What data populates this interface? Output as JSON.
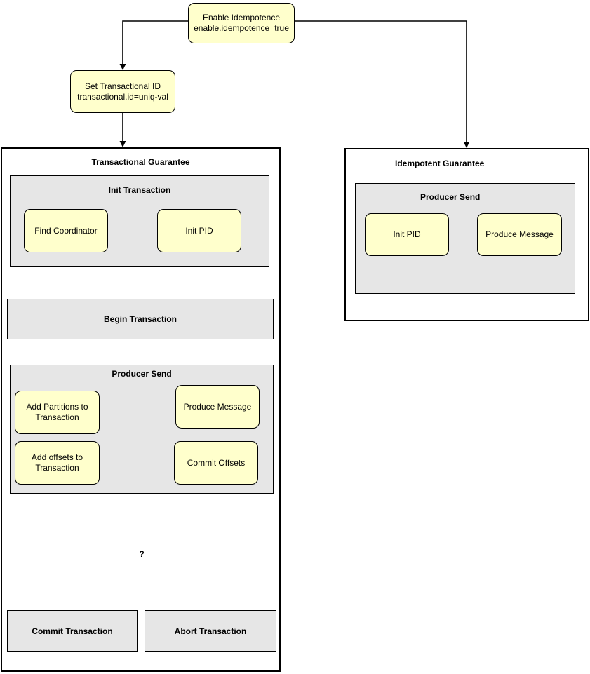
{
  "nodes": {
    "enable_idempotence": {
      "line1": "Enable Idempotence",
      "line2": "enable.idempotence=true"
    },
    "set_transactional_id": {
      "line1": "Set Transactional ID",
      "line2": "transactional.id=uniq-val"
    },
    "find_coordinator": {
      "label": "Find Coordinator"
    },
    "init_pid_left": {
      "label": "Init PID"
    },
    "add_partitions": {
      "label": "Add Partitions to Transaction"
    },
    "produce_message_left": {
      "label": "Produce Message"
    },
    "add_offsets": {
      "label": "Add offsets to Transaction"
    },
    "commit_offsets": {
      "label": "Commit Offsets"
    },
    "init_pid_right": {
      "label": "Init PID"
    },
    "produce_message_right": {
      "label": "Produce Message"
    }
  },
  "groups": {
    "init_transaction": {
      "title": "Init Transaction"
    },
    "begin_transaction": {
      "label": "Begin Transaction"
    },
    "producer_send_left": {
      "title": "Producer Send"
    },
    "commit_transaction": {
      "label": "Commit Transaction"
    },
    "abort_transaction": {
      "label": "Abort Transaction"
    },
    "producer_send_right": {
      "title": "Producer Send"
    }
  },
  "containers": {
    "transactional_guarantee": {
      "title": "Transactional Guarantee"
    },
    "idempotent_guarantee": {
      "title": "Idempotent Guarantee"
    }
  },
  "decision": {
    "label": "?"
  },
  "colors": {
    "node_fill": "#FFFFCC",
    "group_fill": "#E6E6E6",
    "container_fill": "#FFFFFF",
    "stroke": "#000000"
  }
}
